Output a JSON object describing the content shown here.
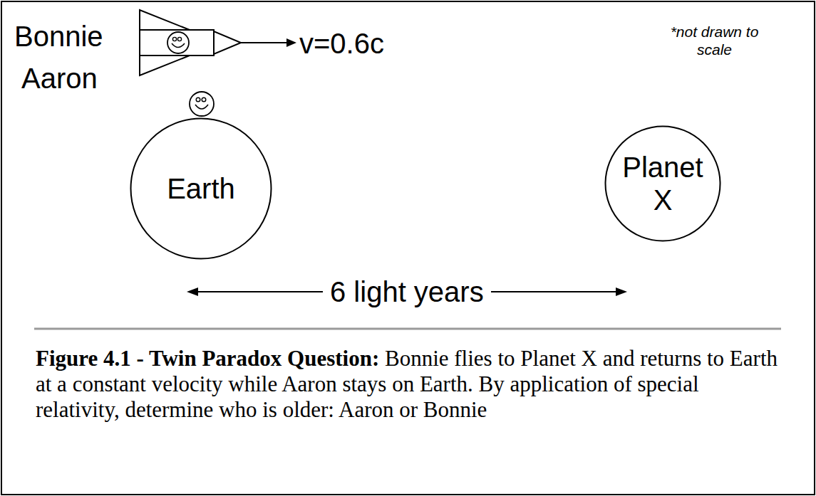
{
  "diagram": {
    "caption": "Figure 4.1 - Twin Paradox Question: Bonnie flies to Planet X and returns to Earth at a constant velocity while Aaron stays on Earth. By application of special relativity, determine who is older: Aaron or Bonnie",
    "nodes": [
      {
        "text": [
          "Earth"
        ]
      },
      {
        "text": [
          "Planet X"
        ]
      }
    ],
    "labels": [
      "Bonnie",
      "v=0.6c",
      "*not drawn to scale",
      "Aaron",
      "6 light years"
    ]
  }
}
